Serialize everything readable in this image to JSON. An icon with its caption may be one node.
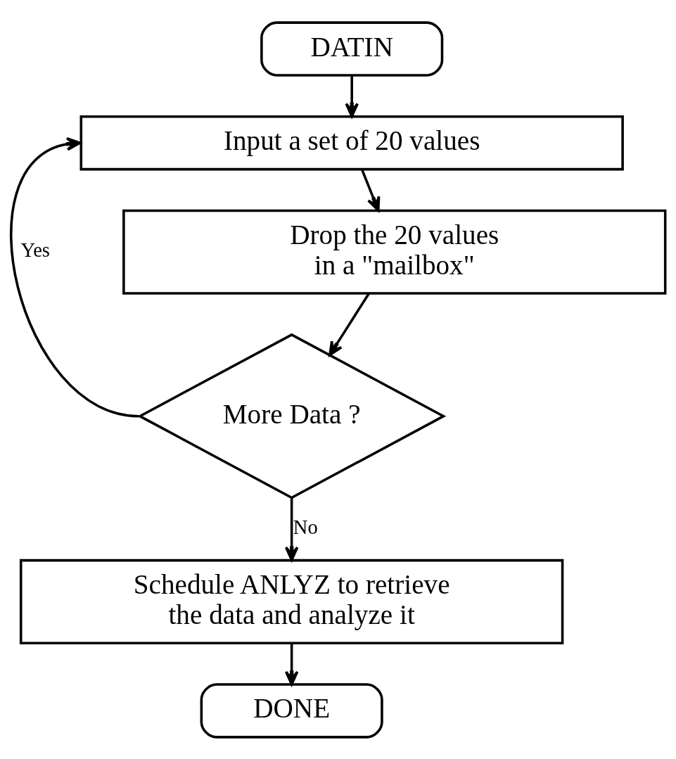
{
  "diagram": {
    "nodes": [
      {
        "text": [
          "DATIN"
        ]
      },
      {
        "text": [
          "Input a set of 20 values"
        ]
      },
      {
        "text": [
          "Drop the 20 values in a \"mailbox\""
        ]
      },
      {
        "text": [
          "More Data ?"
        ]
      },
      {
        "text": [
          "Schedule ANLYZ to retrieve the data and analyze it"
        ]
      },
      {
        "text": [
          "DONE"
        ]
      }
    ],
    "edges": [
      {
        "from": 0,
        "to": 1,
        "arrow": "to"
      },
      {
        "from": 1,
        "to": 2,
        "arrow": "to"
      },
      {
        "from": 2,
        "to": 3,
        "arrow": "to"
      },
      {
        "from": 3,
        "to": 1,
        "arrow": "to",
        "label": "Yes"
      },
      {
        "from": 3,
        "to": 4,
        "arrow": "to",
        "label": "No"
      },
      {
        "from": 4,
        "to": 5,
        "arrow": "to"
      }
    ]
  }
}
